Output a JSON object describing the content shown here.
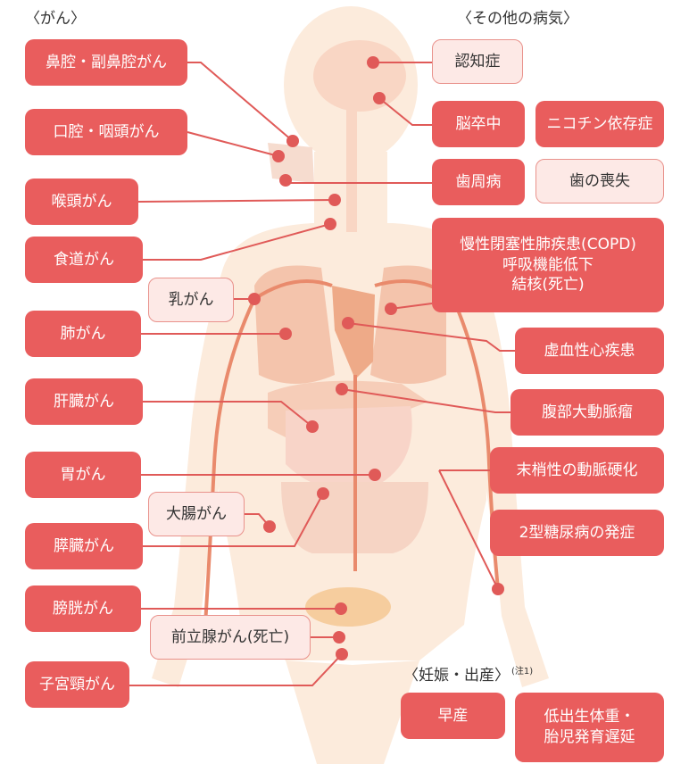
{
  "headings": {
    "cancer": "〈がん〉",
    "other": "〈その他の病気〉",
    "pregnancy": "〈妊娠・出産〉",
    "pregnancy_note": "(注1)"
  },
  "cancer_labels": [
    {
      "key": "nasal",
      "text": "鼻腔・副鼻腔がん"
    },
    {
      "key": "oral",
      "text": "口腔・咽頭がん"
    },
    {
      "key": "larynx",
      "text": "喉頭がん"
    },
    {
      "key": "esophagus",
      "text": "食道がん"
    },
    {
      "key": "breast",
      "text": "乳がん"
    },
    {
      "key": "lung",
      "text": "肺がん"
    },
    {
      "key": "liver",
      "text": "肝臓がん"
    },
    {
      "key": "stomach",
      "text": "胃がん"
    },
    {
      "key": "colon",
      "text": "大腸がん"
    },
    {
      "key": "pancreas",
      "text": "膵臓がん"
    },
    {
      "key": "bladder",
      "text": "膀胱がん"
    },
    {
      "key": "prostate",
      "text": "前立腺がん(死亡)"
    },
    {
      "key": "cervix",
      "text": "子宮頸がん"
    }
  ],
  "other_labels": [
    {
      "key": "dementia",
      "text": "認知症"
    },
    {
      "key": "stroke",
      "text": "脳卒中"
    },
    {
      "key": "nicotine",
      "text": "ニコチン依存症"
    },
    {
      "key": "periodontal",
      "text": "歯周病"
    },
    {
      "key": "tooth_loss",
      "text": "歯の喪失"
    },
    {
      "key": "copd_1",
      "text": "慢性閉塞性肺疾患(COPD)"
    },
    {
      "key": "copd_2",
      "text": "呼吸機能低下"
    },
    {
      "key": "copd_3",
      "text": "結核(死亡)"
    },
    {
      "key": "ihd",
      "text": "虚血性心疾患"
    },
    {
      "key": "aaa",
      "text": "腹部大動脈瘤"
    },
    {
      "key": "pad",
      "text": "末梢性の動脈硬化"
    },
    {
      "key": "diabetes",
      "text": "2型糖尿病の発症"
    }
  ],
  "pregnancy_labels": [
    {
      "key": "preterm",
      "text": "早産"
    },
    {
      "key": "lbw_1",
      "text": "低出生体重・"
    },
    {
      "key": "lbw_2",
      "text": "胎児発育遅延"
    }
  ],
  "colors": {
    "solid_label": "#e95d5d",
    "light_label": "#fde9e6",
    "connector": "#e05a58",
    "body": "#fcebdc",
    "organ": "#f4c4ac"
  }
}
